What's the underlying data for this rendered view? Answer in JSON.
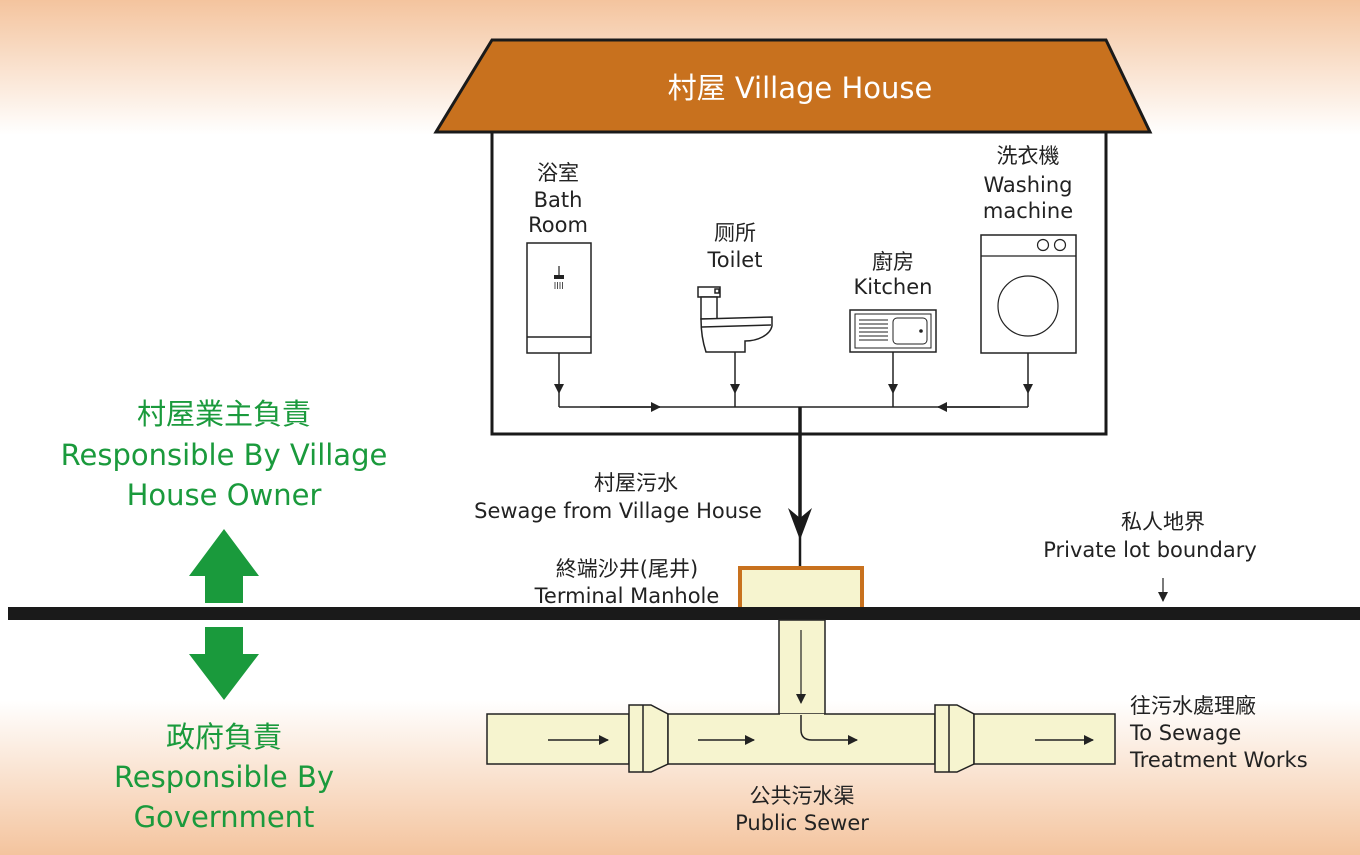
{
  "house": {
    "title": "村屋 Village House",
    "fixtures": {
      "bathroom": {
        "zh": "浴室",
        "en1": "Bath",
        "en2": "Room"
      },
      "toilet": {
        "zh": "厕所",
        "en1": "Toilet"
      },
      "kitchen": {
        "zh": "廚房",
        "en1": "Kitchen"
      },
      "washer": {
        "zh": "洗衣機",
        "en1": "Washing",
        "en2": "machine"
      }
    }
  },
  "labels": {
    "sewage_zh": "村屋污水",
    "sewage_en": "Sewage from Village House",
    "manhole_zh": "終端沙井(尾井)",
    "manhole_en": "Terminal Manhole",
    "boundary_zh": "私人地界",
    "boundary_en": "Private lot boundary",
    "treatment_zh": "往污水處理廠",
    "treatment_en1": "To Sewage",
    "treatment_en2": "Treatment Works",
    "sewer_zh": "公共污水渠",
    "sewer_en": "Public Sewer"
  },
  "responsibility": {
    "owner_zh": "村屋業主負責",
    "owner_en1": "Responsible By Village",
    "owner_en2": "House Owner",
    "gov_zh": "政府負責",
    "gov_en1": "Responsible By",
    "gov_en2": "Government"
  },
  "colors": {
    "roof": "#c8711e",
    "green": "#1a9a3c",
    "pipe_fill": "#f6f4cf",
    "band": "#f4c49e"
  }
}
